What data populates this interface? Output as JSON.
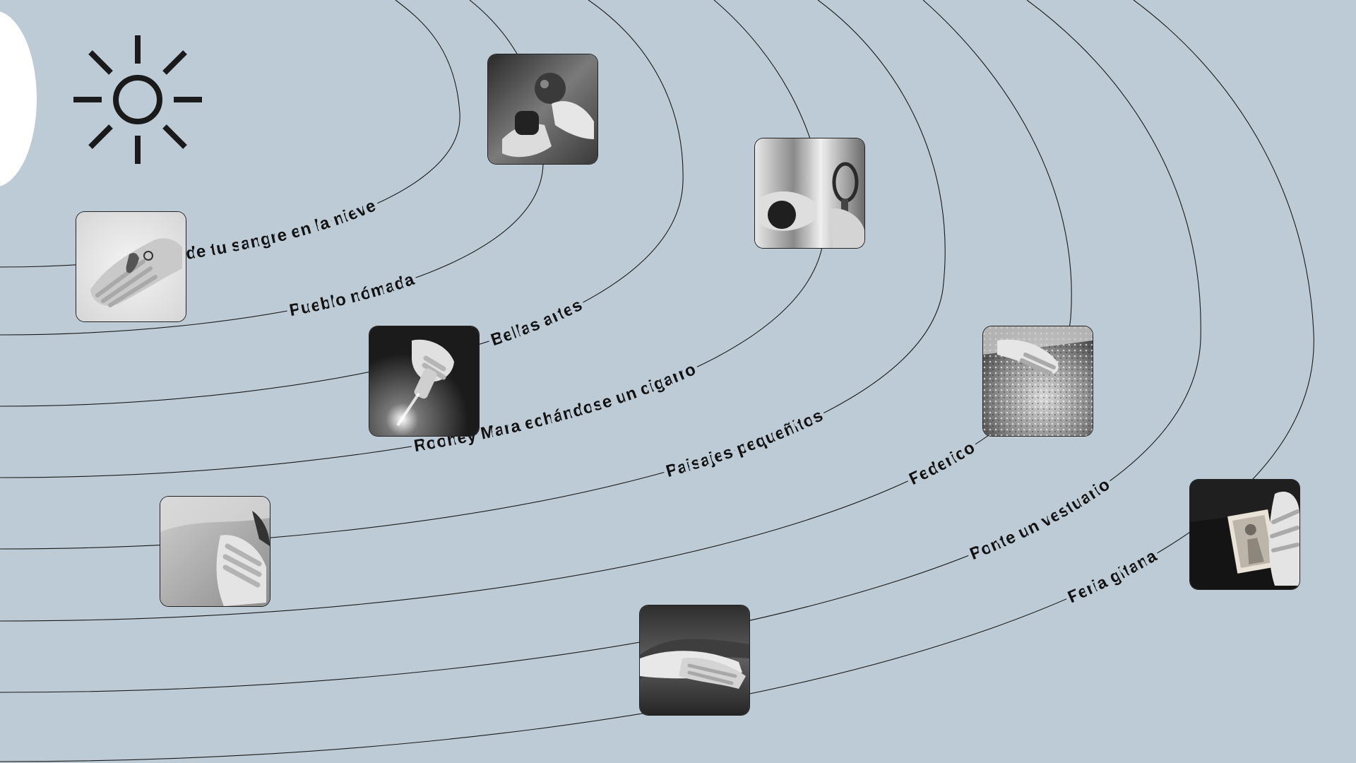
{
  "scene": {
    "background": "#bccbd5",
    "line_color": "#1a1a1a"
  },
  "icons": {
    "sun": "sun-icon",
    "edge": "half-circle-moon"
  },
  "orbits": [
    {
      "label": "El rastro de tu sangre en la nieve"
    },
    {
      "label": "Pueblo nómada"
    },
    {
      "label": "Bellas artes"
    },
    {
      "label": "Rooney Mara echándose un cigarro"
    },
    {
      "label": "Paisajes pequeñitos"
    },
    {
      "label": "Federico"
    },
    {
      "label": "Ponte un vestuario"
    },
    {
      "label": "Feria gitana"
    }
  ],
  "thumbnails": [
    {
      "subject": "hand-with-ring"
    },
    {
      "subject": "hands-holding-apple"
    },
    {
      "subject": "hand-holding-small-bottle"
    },
    {
      "subject": "hand-with-sphere-and-magnifier"
    },
    {
      "subject": "hand-on-shoulder"
    },
    {
      "subject": "hand-on-sparkling-surface"
    },
    {
      "subject": "clasped-hands"
    },
    {
      "subject": "hands-holding-photo-card"
    }
  ]
}
